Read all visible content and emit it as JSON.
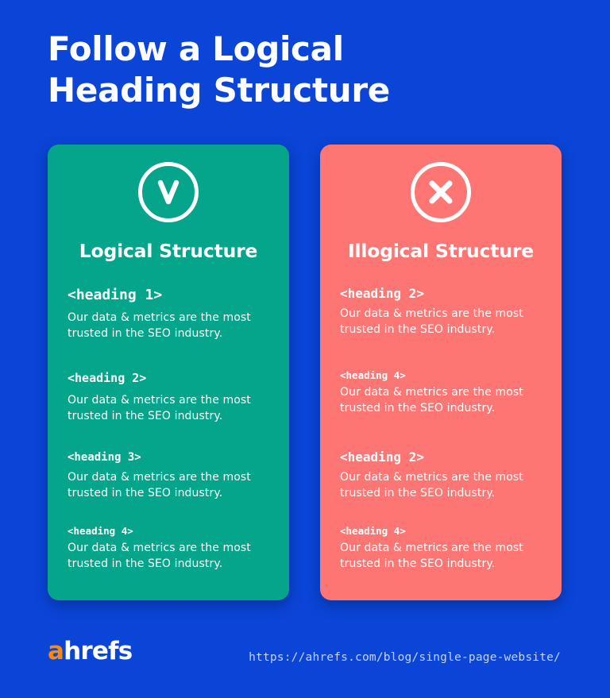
{
  "title": {
    "line1": "Follow a Logical",
    "line2": "Heading Structure"
  },
  "colors": {
    "background": "#0a45d8",
    "good_card": "#04a58b",
    "bad_card": "#fd7674",
    "brand_accent": "#ff8a00"
  },
  "logical": {
    "icon": "check-icon",
    "title": "Logical Structure",
    "items": [
      {
        "heading": "<heading 1>",
        "text_line1": "Our data & metrics are the most",
        "text_line2": "trusted in the SEO industry."
      },
      {
        "heading": "<heading 2>",
        "text_line1": "Our data & metrics are the most",
        "text_line2": "trusted in the SEO industry."
      },
      {
        "heading": "<heading 3>",
        "text_line1": "Our data & metrics are the most",
        "text_line2": "trusted in the SEO industry."
      },
      {
        "heading": "<heading 4>",
        "text_line1": "Our data & metrics are the most",
        "text_line2": "trusted in the SEO industry."
      }
    ]
  },
  "illogical": {
    "icon": "x-icon",
    "title": "Illogical Structure",
    "items": [
      {
        "heading": "<heading 2>",
        "text_line1": "Our data & metrics are the most",
        "text_line2": "trusted in the SEO industry."
      },
      {
        "heading": "<heading 4>",
        "text_line1": "Our data & metrics are the most",
        "text_line2": "trusted in the SEO industry."
      },
      {
        "heading": "<heading 2>",
        "text_line1": "Our data & metrics are the most",
        "text_line2": "trusted in the SEO industry."
      },
      {
        "heading": "<heading 4>",
        "text_line1": "Our data & metrics are the most",
        "text_line2": "trusted in the SEO industry."
      }
    ]
  },
  "footer": {
    "logo_a": "a",
    "logo_rest": "hrefs",
    "url": "https://ahrefs.com/blog/single-page-website/"
  }
}
